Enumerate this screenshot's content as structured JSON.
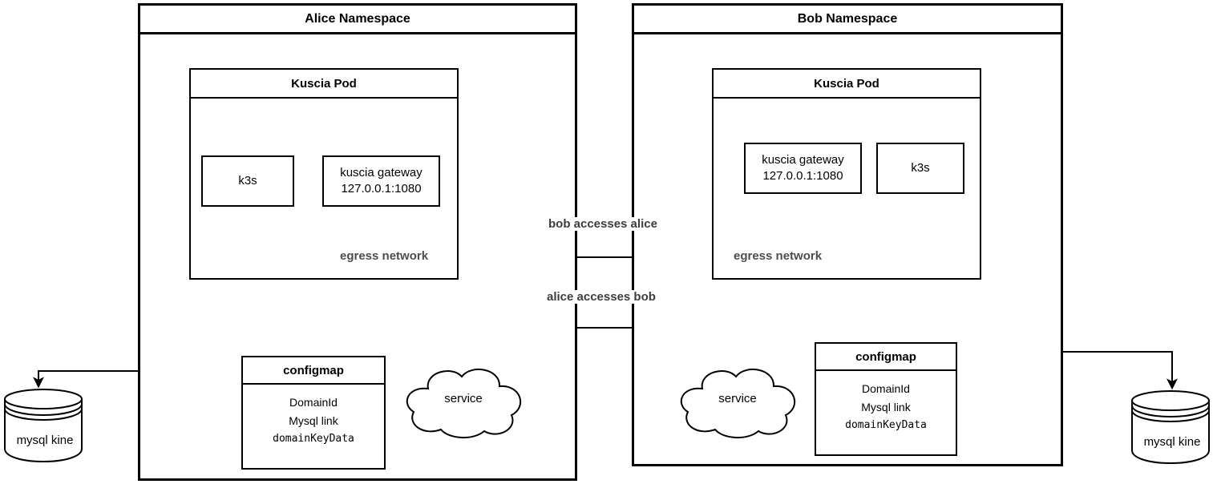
{
  "diagram": {
    "title": "Kuscia Alice/Bob namespace networking diagram",
    "stroke_color": "#000000",
    "label_color": "#3d3d3d",
    "background": "#ffffff"
  },
  "namespaces": [
    {
      "id": "alice",
      "title": "Alice Namespace",
      "pod": {
        "title": "Kuscia Pod",
        "egress_label": "egress network",
        "components": [
          {
            "name": "k3s",
            "lines": [
              "k3s"
            ]
          },
          {
            "name": "kuscia-gateway",
            "lines": [
              "kuscia gateway",
              "127.0.0.1:1080"
            ]
          }
        ]
      },
      "configmap": {
        "title": "configmap",
        "entries": [
          "DomainId",
          "Mysql link",
          "domainKeyData"
        ]
      },
      "service": {
        "label": "service"
      },
      "database": {
        "label": "mysql kine"
      }
    },
    {
      "id": "bob",
      "title": "Bob Namespace",
      "pod": {
        "title": "Kuscia Pod",
        "egress_label": "egress network",
        "components": [
          {
            "name": "kuscia-gateway",
            "lines": [
              "kuscia gateway",
              "127.0.0.1:1080"
            ]
          },
          {
            "name": "k3s",
            "lines": [
              "k3s"
            ]
          }
        ]
      },
      "configmap": {
        "title": "configmap",
        "entries": [
          "DomainId",
          "Mysql link",
          "domainKeyData"
        ]
      },
      "service": {
        "label": "service"
      },
      "database": {
        "label": "mysql kine"
      }
    }
  ],
  "flow_labels": [
    {
      "id": "bob-accesses-alice",
      "text": "bob accesses alice"
    },
    {
      "id": "alice-accesses-bob",
      "text": "alice accesses bob"
    }
  ]
}
